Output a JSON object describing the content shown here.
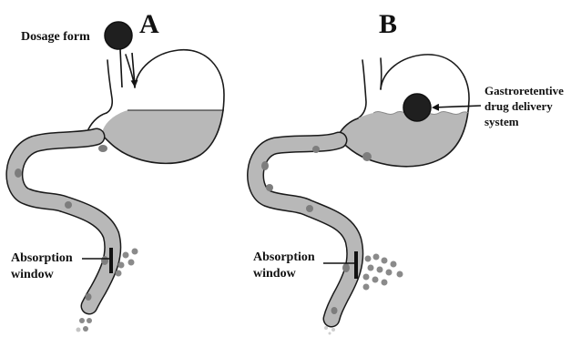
{
  "panels": [
    {
      "letter": "A",
      "labels": {
        "dosage_form": "Dosage form",
        "absorption_line1": "Absorption",
        "absorption_line2": "window"
      }
    },
    {
      "letter": "B",
      "labels": {
        "device_line1": "Gastroretentive",
        "device_line2": "drug delivery",
        "device_line3": "system",
        "absorption_line1": "Absorption",
        "absorption_line2": "window"
      }
    }
  ],
  "colors": {
    "fluid": "#b8b8b8",
    "outline": "#1a1a1a",
    "drug_particles": "#8a8a8a",
    "dosage_form": "#1f1f1f"
  },
  "icons": [
    "stomach",
    "intestine",
    "dosage-form-pill",
    "absorption-window-bar",
    "arrow"
  ]
}
